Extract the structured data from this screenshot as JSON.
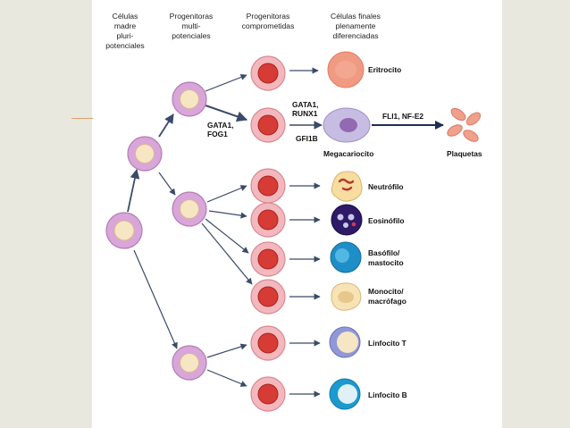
{
  "headers": {
    "stem": [
      "Células",
      "madre",
      "pluri-",
      "potenciales"
    ],
    "multipotent": [
      "Progenitoras",
      "multi-",
      "potenciales"
    ],
    "committed": [
      "Progenitoras",
      "comprometidas"
    ],
    "final": [
      "Células finales",
      "plenamente",
      "diferenciadas"
    ]
  },
  "transcription_factors": {
    "gata1_fog1": [
      "GATA1,",
      "FOG1"
    ],
    "gata1_runx1": [
      "GATA1,",
      "RUNX1"
    ],
    "gfi1b": "GFI1B",
    "fli1_nfe2": "FLI1, NF-E2"
  },
  "cells": {
    "erythrocyte": "Eritrocito",
    "megakaryocyte": "Megacariocito",
    "platelets": "Plaquetas",
    "neutrophil": "Neutrófilo",
    "eosinophil": "Eosinófilo",
    "basophil": [
      "Basófilo/",
      "mastocito"
    ],
    "monocyte": [
      "Monocito/",
      "macrófago"
    ],
    "lymphocyte_t": "Linfocito T",
    "lymphocyte_b": "Linfocito B"
  },
  "colors": {
    "stem_outer": "#d9a6d9",
    "stem_inner": "#f7e6c3",
    "committed_outer": "#f3b8bd",
    "committed_inner": "#d63b35",
    "erythrocyte": "#f19a82",
    "megakaryocyte": "#c7bde3",
    "platelets": "#f1a08c",
    "neutrophil": "#f7dda0",
    "eosinophil_nucleus": "#2e1a66",
    "basophil": "#1e8fc6",
    "monocyte": "#f8e3b5",
    "lymph_t": "#9198d8",
    "lymph_b": "#1c9ad0",
    "background": "#e9e8de",
    "panel": "#ffffff"
  }
}
